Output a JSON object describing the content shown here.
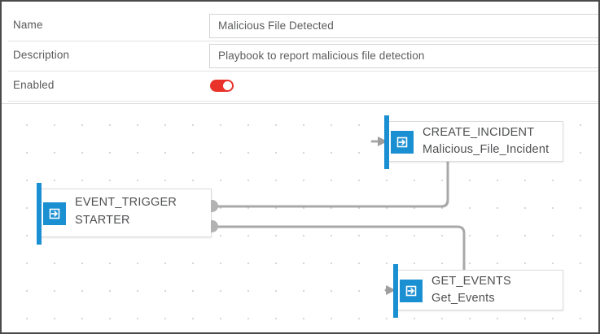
{
  "form": {
    "rows": [
      {
        "label": "Name",
        "value": "Malicious File Detected",
        "type": "text"
      },
      {
        "label": "Description",
        "value": "Playbook to report malicious file detection",
        "type": "text"
      },
      {
        "label": "Enabled",
        "value": "",
        "type": "toggle",
        "state": "on"
      }
    ]
  },
  "canvas": {
    "nodes": [
      {
        "id": "event-trigger",
        "title": "EVENT_TRIGGER",
        "subtitle": "STARTER",
        "icon": "sign-in-icon",
        "accent": "#1a8fd1"
      },
      {
        "id": "create-incident",
        "title": "CREATE_INCIDENT",
        "subtitle": "Malicious_File_Incident",
        "icon": "sign-in-icon",
        "accent": "#1a8fd1"
      },
      {
        "id": "get-events",
        "title": "GET_EVENTS",
        "subtitle": "Get_Events",
        "icon": "sign-in-icon",
        "accent": "#1a8fd1"
      }
    ],
    "connections": [
      {
        "from": "event-trigger",
        "to": "create-incident"
      },
      {
        "from": "event-trigger",
        "to": "get-events"
      }
    ],
    "wire_color": "#a9a9a9",
    "grid_dot_color": "#c9c9c9"
  },
  "colors": {
    "accent_blue": "#1a8fd1",
    "toggle_on": "#e8322a",
    "label_text": "#58595b",
    "node_text": "#4f5052"
  }
}
